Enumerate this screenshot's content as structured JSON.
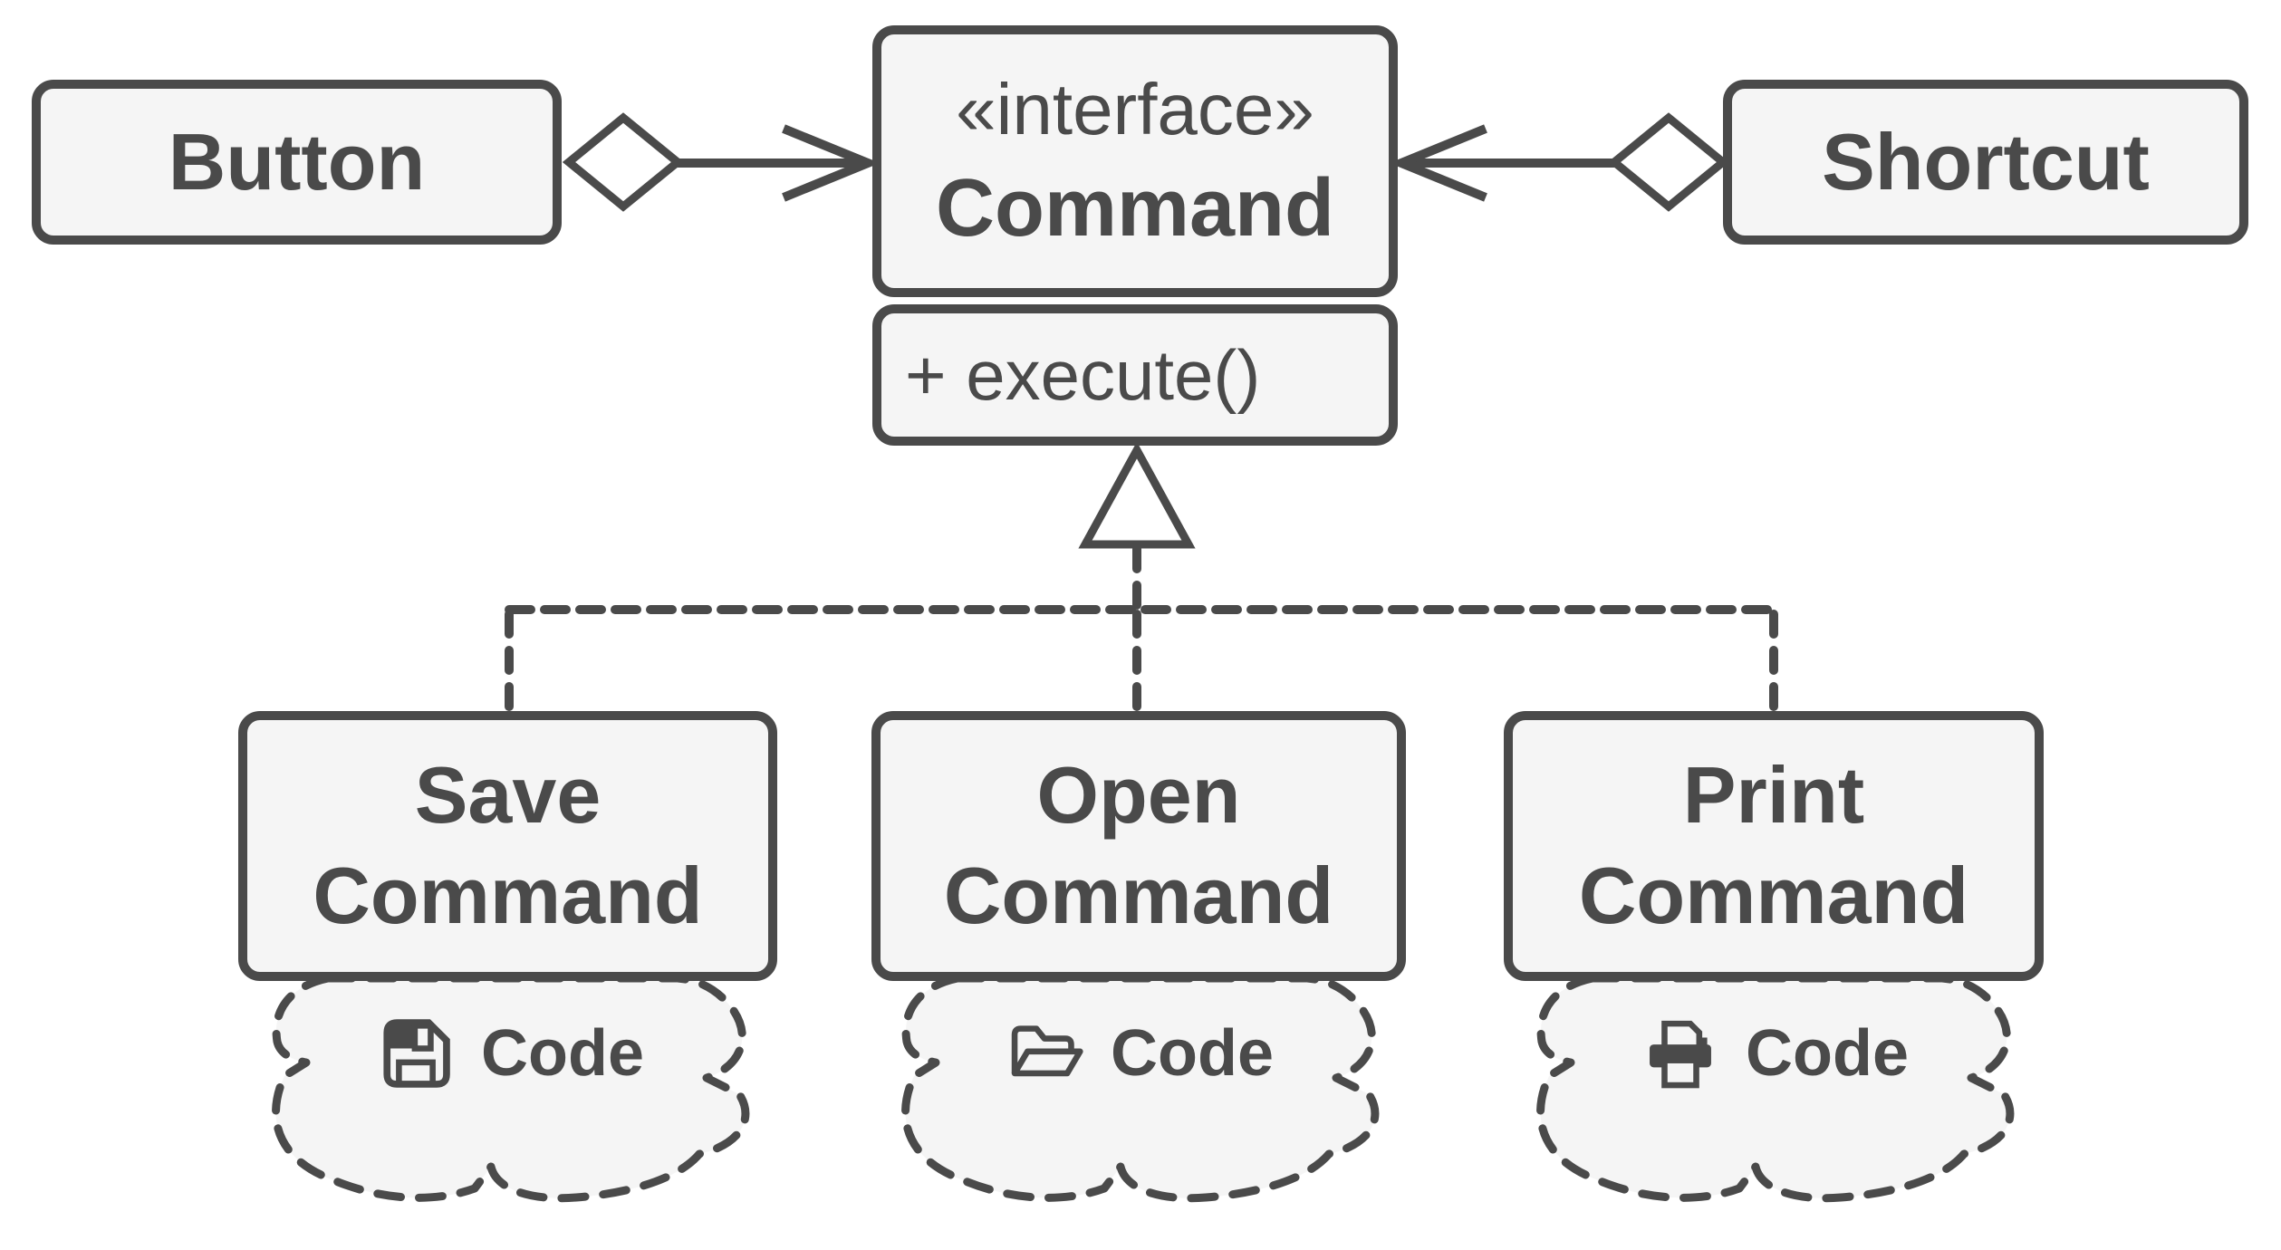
{
  "diagram": {
    "colors": {
      "stroke": "#4a4a4a",
      "node_fill": "#f5f5f5",
      "background": "#ffffff"
    },
    "button": {
      "label": "Button"
    },
    "shortcut": {
      "label": "Shortcut"
    },
    "command": {
      "stereotype": "«interface»",
      "name": "Command",
      "method": "+ execute()"
    },
    "save_command": {
      "line1": "Save",
      "line2": "Command",
      "note": "Code",
      "icon": "floppy-disk-icon"
    },
    "open_command": {
      "line1": "Open",
      "line2": "Command",
      "note": "Code",
      "icon": "folder-open-icon"
    },
    "print_command": {
      "line1": "Print",
      "line2": "Command",
      "note": "Code",
      "icon": "printer-icon"
    }
  }
}
